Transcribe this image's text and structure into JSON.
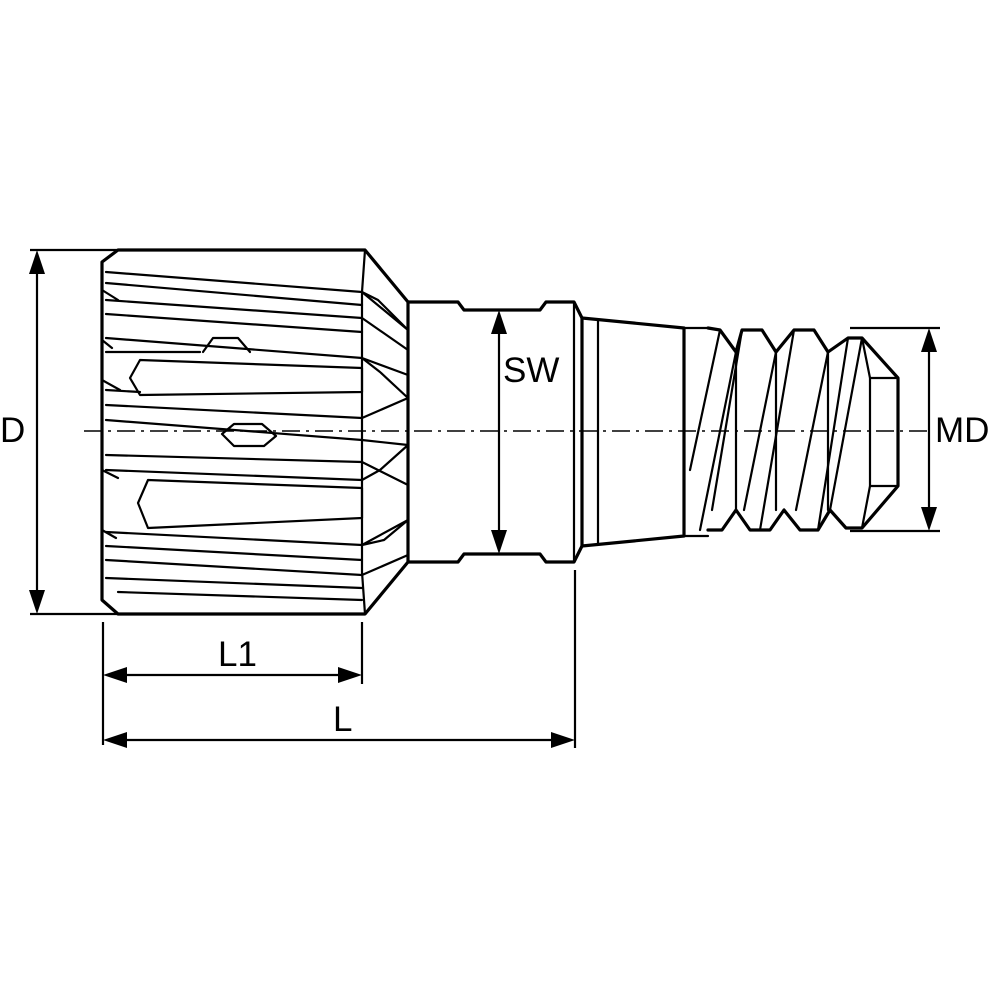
{
  "dimensions": {
    "D": "D",
    "SW": "SW",
    "MD": "MD",
    "L1": "L1",
    "L": "L"
  }
}
